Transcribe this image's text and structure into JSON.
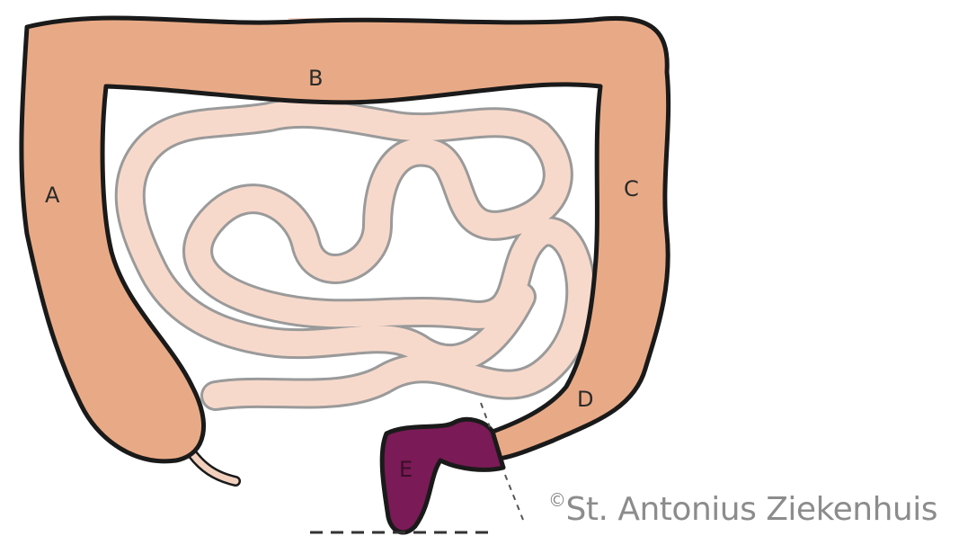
{
  "diagram": {
    "labels": {
      "a": "A",
      "b": "B",
      "c": "C",
      "d": "D",
      "e": "E"
    },
    "colors": {
      "colon": "#e8aa86",
      "small_intestine": "#f7d9cb",
      "highlight": "#7a1a56",
      "outline": "#1a1a1a"
    },
    "highlighted_segment": "E"
  },
  "credit": {
    "symbol": "©",
    "text": "St. Antonius Ziekenhuis"
  }
}
